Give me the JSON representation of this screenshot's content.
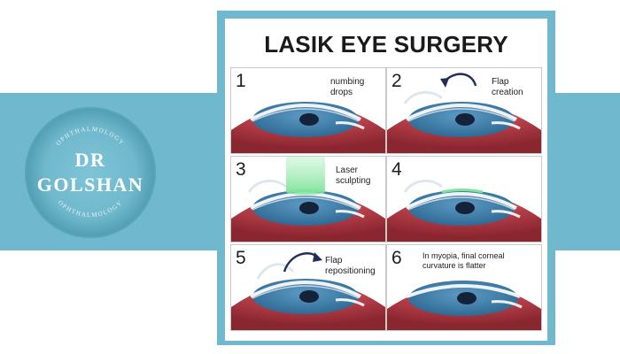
{
  "brand": {
    "name_line1": "DR",
    "name_line2": "GOLSHAN",
    "arc_text_top": "OPHTHALMOLOGY",
    "arc_text_bottom": "OPHTHALMOLOGY"
  },
  "diagram": {
    "title": "LASIK EYE SURGERY",
    "steps": [
      {
        "number": "1",
        "caption": [
          "numbing",
          "drops"
        ]
      },
      {
        "number": "2",
        "caption": [
          "Flap",
          "creation"
        ]
      },
      {
        "number": "3",
        "caption": [
          "Laser",
          "sculpting"
        ]
      },
      {
        "number": "4",
        "caption": []
      },
      {
        "number": "5",
        "caption": [
          "Flap",
          "repositioning"
        ]
      },
      {
        "number": "6",
        "caption": [
          "In myopia, final corneal",
          "curvature is flatter"
        ]
      }
    ]
  },
  "colors": {
    "accent_teal": "#6fb8cd",
    "eye_red": "#b8404a",
    "iris_blue": "#3f7fa8",
    "laser_green": "#7fe39a"
  }
}
